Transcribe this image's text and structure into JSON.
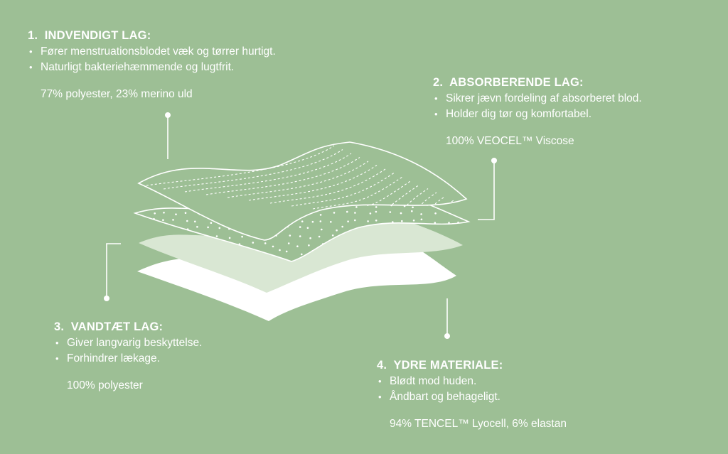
{
  "layers": [
    {
      "number": "1.",
      "title": "INDVENDIGT LAG:",
      "bullets": [
        "Fører menstruationsblodet væk og tørrer hurtigt.",
        "Naturligt bakteriehæmmende og lugtfrit."
      ],
      "material": "77% polyester, 23% merino uld"
    },
    {
      "number": "2.",
      "title": "ABSORBERENDE LAG:",
      "bullets": [
        "Sikrer jævn fordeling af absorberet blod.",
        "Holder dig tør og komfortabel."
      ],
      "material": "100% VEOCEL™ Viscose"
    },
    {
      "number": "3.",
      "title": "VANDTÆT LAG:",
      "bullets": [
        "Giver langvarig beskyttelse.",
        "Forhindrer lækage."
      ],
      "material": "100% polyester"
    },
    {
      "number": "4.",
      "title": "YDRE MATERIALE:",
      "bullets": [
        "Blødt mod huden.",
        "Åndbart og behageligt."
      ],
      "material": "94% TENCEL™ Lyocell, 6% elastan"
    }
  ],
  "colors": {
    "background": "#9dbf95",
    "text": "#ffffff",
    "waterproof_layer": "#d9e7d3",
    "outer_layer": "#ffffff"
  }
}
